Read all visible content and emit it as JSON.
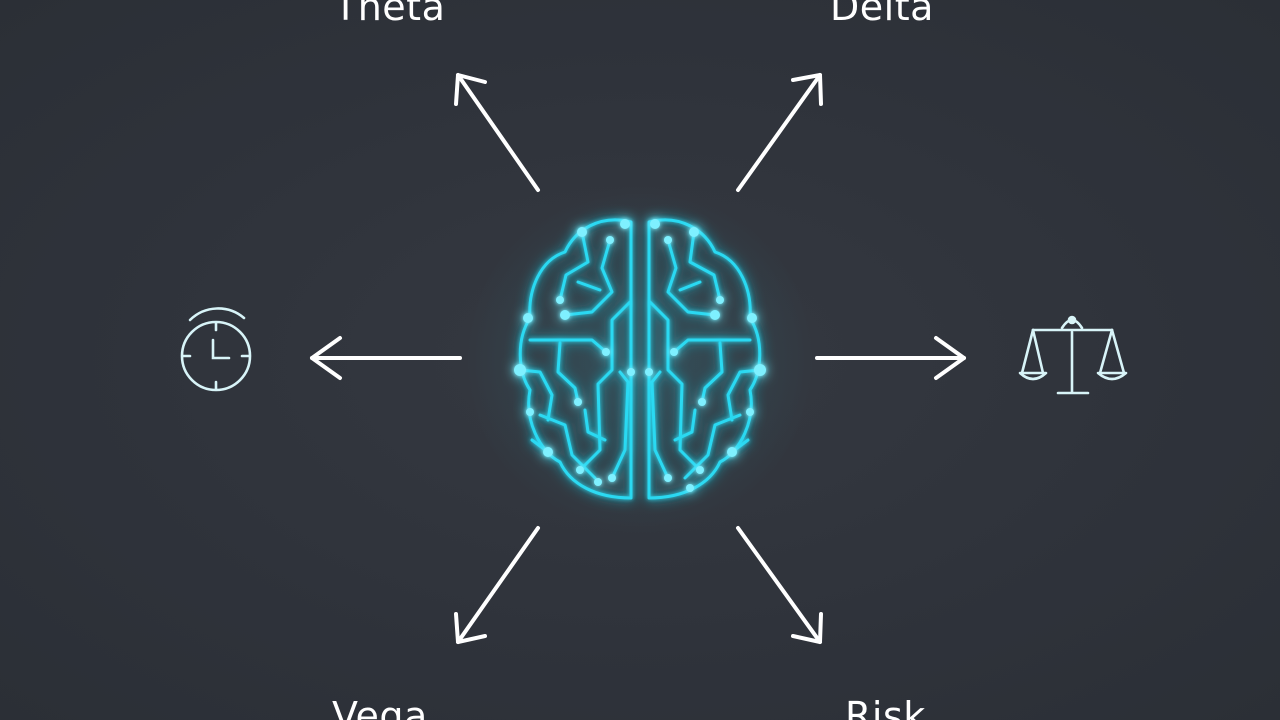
{
  "labels": {
    "top_left": "Theta",
    "top_right": "Delta",
    "bottom_left": "Vega",
    "bottom_right": "Risk"
  },
  "center": {
    "icon": "circuit-brain-icon"
  },
  "side_icons": {
    "left": "stopwatch-icon",
    "right": "balance-scale-icon"
  },
  "colors": {
    "background": "#2f333b",
    "arrow": "#ffffff",
    "brain_glow": "#29d9f2",
    "icon_stroke": "#d8f4f8"
  }
}
